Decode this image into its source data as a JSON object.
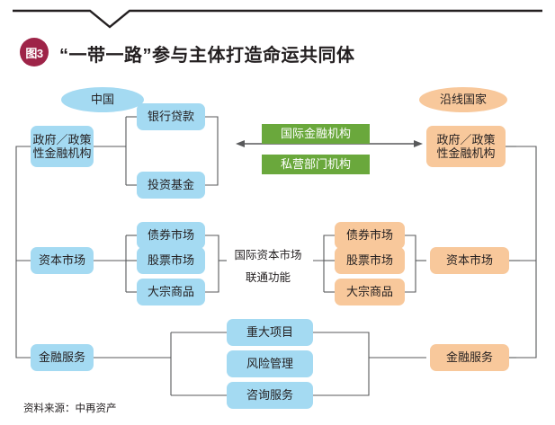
{
  "header": {
    "badge_label": "图3",
    "title": "“一带一路”参与主体打造命运共同体",
    "badge_color": "#9e2448"
  },
  "palette": {
    "blue": "#a4daf2",
    "orange": "#f8c89b",
    "green": "#6aa83c",
    "line": "#58595b",
    "text": "#231f20"
  },
  "diagram": {
    "left_group_label": "中国",
    "right_group_label": "沿线国家",
    "left": {
      "gov": "政府／政策\n性金融机构",
      "gov_children": [
        "银行贷款",
        "投资基金"
      ],
      "capital_market": "资本市场",
      "capital_children": [
        "债券市场",
        "股票市场",
        "大宗商品"
      ],
      "financial_services": "金融服务"
    },
    "center": {
      "green_boxes": [
        "国际金融机构",
        "私营部门机构"
      ],
      "arrow_label": "double-headed-arrow",
      "capital_link": "国际资本市场\n联通功能",
      "capital_link_line1": "国际资本市场",
      "capital_link_line2": "联通功能",
      "service_children": [
        "重大项目",
        "风险管理",
        "咨询服务"
      ]
    },
    "right": {
      "gov": "政府／政策\n性金融机构",
      "capital_children": [
        "债券市场",
        "股票市场",
        "大宗商品"
      ],
      "capital_market": "资本市场",
      "financial_services": "金融服务"
    }
  },
  "footer": {
    "source": "资料来源：中再资产"
  }
}
